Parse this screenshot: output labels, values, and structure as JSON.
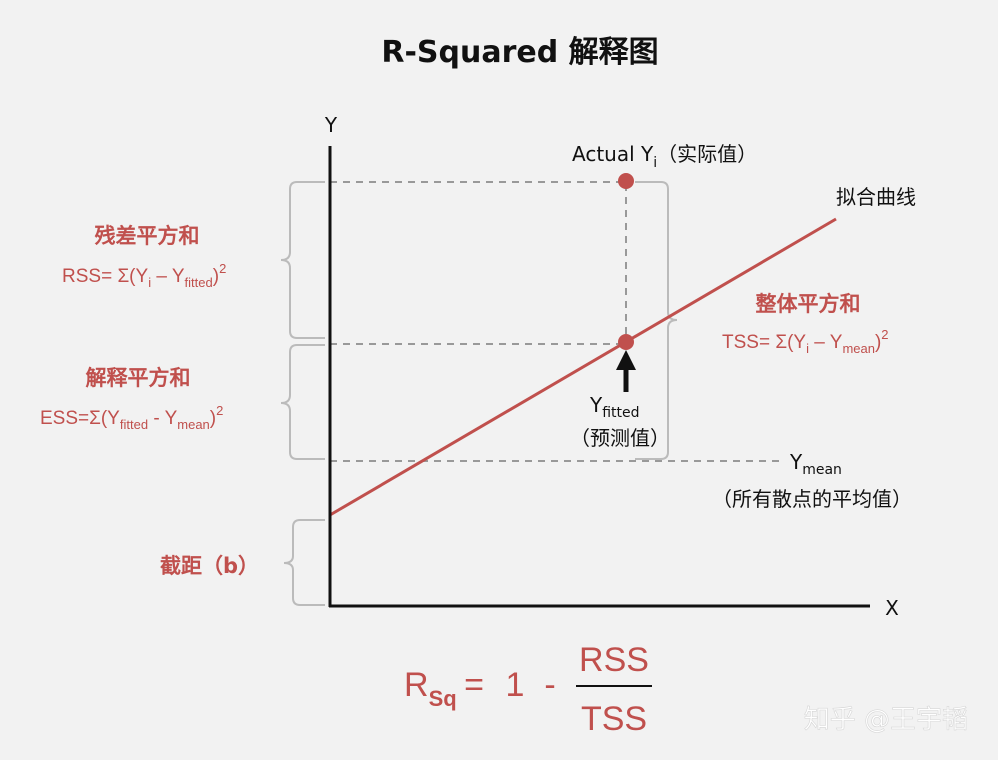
{
  "title": "R-Squared 解释图",
  "axes": {
    "y_label": "Y",
    "x_label": "X"
  },
  "points": {
    "actual": {
      "label": "Actual Y",
      "subscript": "i",
      "note": "（实际值）"
    },
    "fitted": {
      "label": "Y",
      "subscript": "fitted",
      "note": "（预测值）"
    },
    "mean": {
      "label": "Y",
      "subscript": "mean",
      "note": "（所有散点的平均值）"
    }
  },
  "fit_line_label": "拟合曲线",
  "rss": {
    "heading": "残差平方和",
    "prefix": "RSS= Σ(Y",
    "sub1": "i",
    "middle": " – Y",
    "sub2": "fitted",
    "suffix": ")",
    "power": "2"
  },
  "ess": {
    "heading": "解释平方和",
    "prefix": "ESS=Σ(Y",
    "sub1": "fitted",
    "middle": " - Y",
    "sub2": "mean",
    "suffix": ")",
    "power": "2"
  },
  "tss": {
    "heading": "整体平方和",
    "prefix": "TSS= Σ(Y",
    "sub1": "i",
    "middle": " – Y",
    "sub2": "mean",
    "suffix": ")",
    "power": "2"
  },
  "intercept": {
    "heading": "截距（b）"
  },
  "equation": {
    "lhs": "R",
    "lhs_sub": "Sq",
    "equals": "=",
    "one": "1",
    "minus": "-",
    "numerator": "RSS",
    "denominator": "TSS"
  },
  "watermark": "知乎 @王宇韬",
  "colors": {
    "accent": "#c0504d",
    "axis": "#111111",
    "guide": "#999999",
    "brace": "#bbbbbb",
    "background": "#f2f2f2"
  }
}
